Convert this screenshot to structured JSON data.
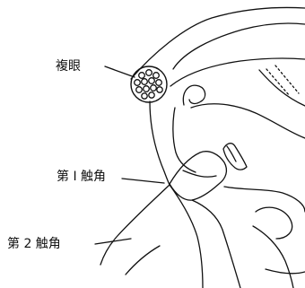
{
  "labels": {
    "compound_eye": "複眼",
    "antenna_1": "第 I 触角",
    "antenna_2": "第 2 触角"
  },
  "colors": {
    "ink": "#111111",
    "background": "#ffffff"
  }
}
